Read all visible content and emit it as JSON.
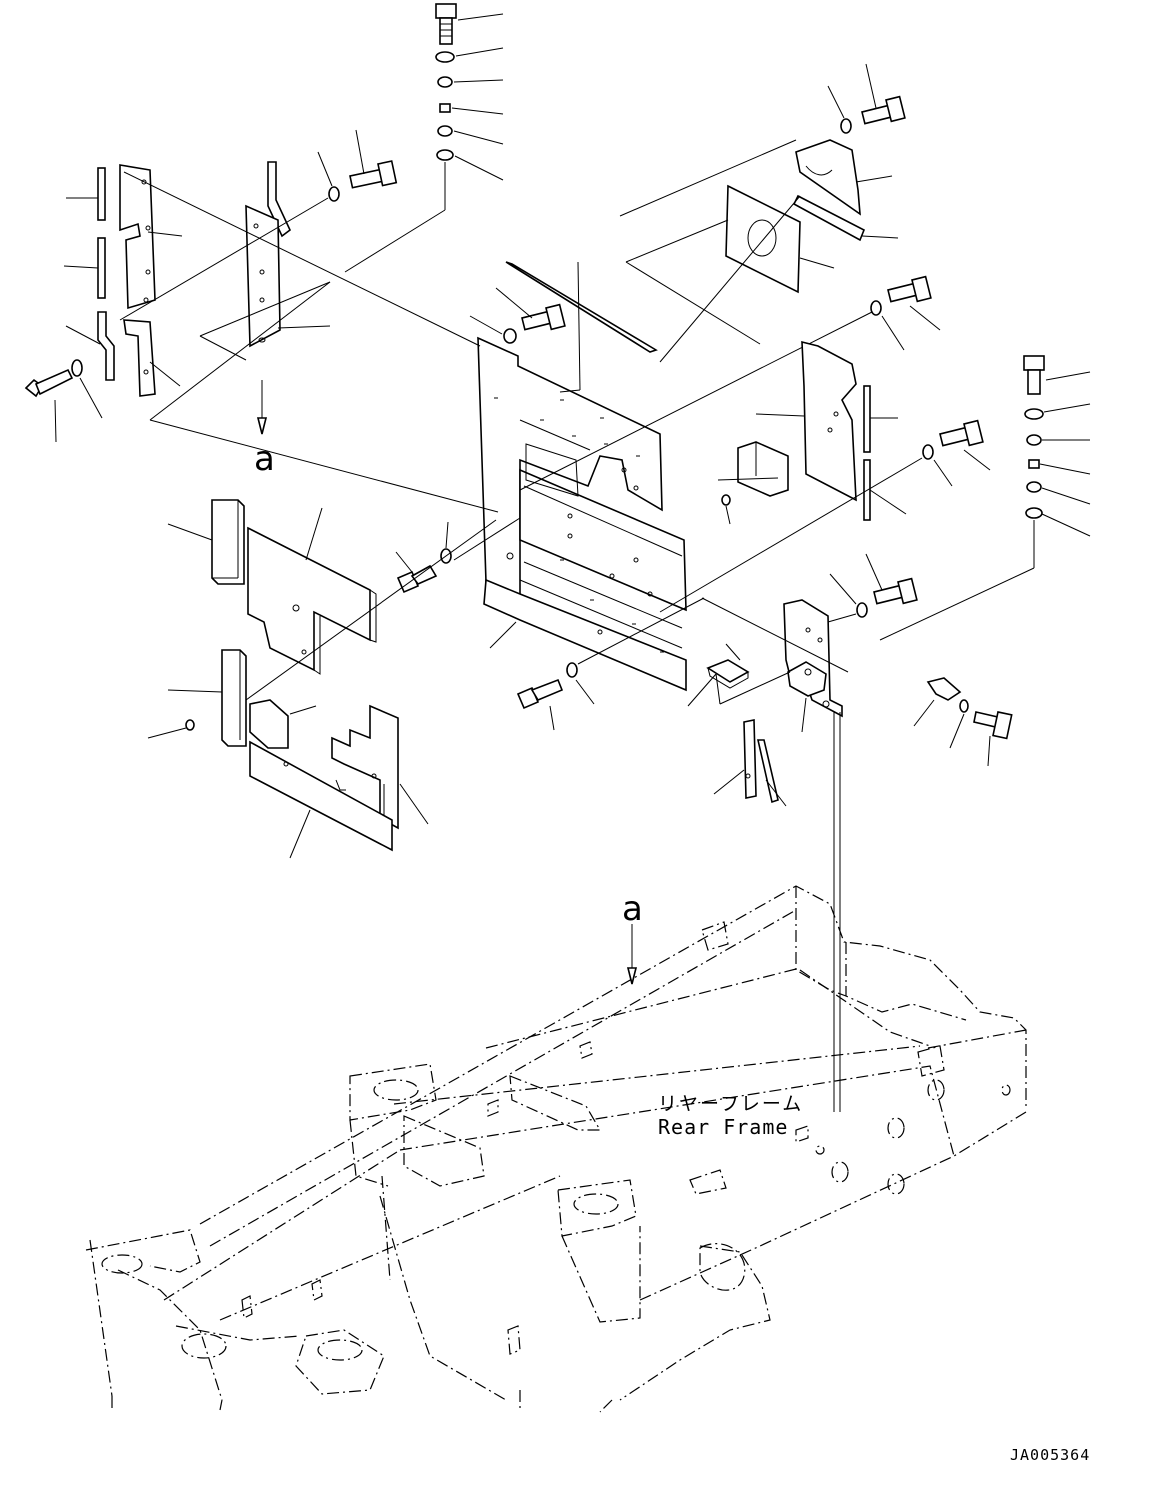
{
  "labels": {
    "detail_marker_a": "a",
    "rear_frame_jp": "リヤーフレーム",
    "rear_frame_en": "Rear Frame",
    "drawing_code": "JA005364"
  }
}
